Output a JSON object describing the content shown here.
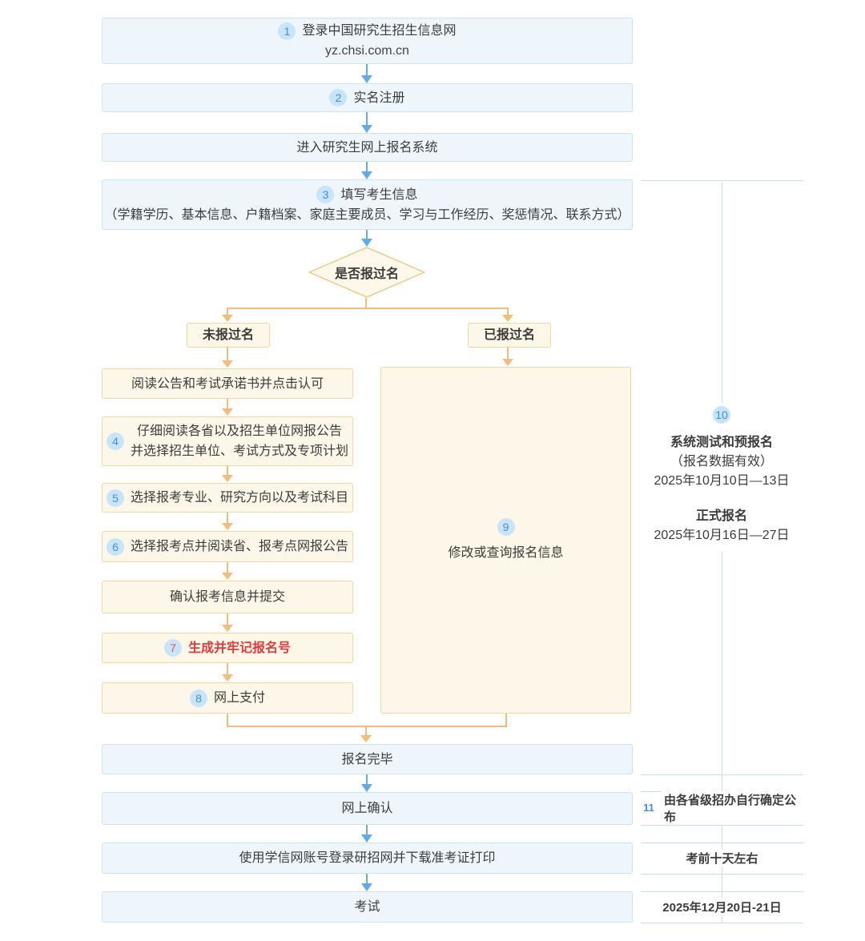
{
  "colors": {
    "accent_blue": "#62ACE3",
    "accent_orange": "#F2BD7C",
    "highlight_red": "#E03C3C",
    "badge_blue": "#3E8FDC"
  },
  "flow": {
    "login": {
      "badge": "1",
      "title": "登录中国研究生招生信息网",
      "url": "yz.chsi.com.cn"
    },
    "register": {
      "badge": "2",
      "label": "实名注册"
    },
    "enter_system": {
      "label": "进入研究生网上报名系统"
    },
    "fill_info": {
      "badge": "3",
      "title": "填写考生信息",
      "detail": "（学籍学历、基本信息、户籍档案、家庭主要成员、学习与工作经历、奖惩情况、联系方式）"
    },
    "decision": {
      "label": "是否报过名"
    },
    "branch_no": {
      "label": "未报过名"
    },
    "branch_yes": {
      "label": "已报过名"
    },
    "left_steps": [
      {
        "label": "阅读公告和考试承诺书并点击认可"
      },
      {
        "badge": "4",
        "line1": "仔细阅读各省以及招生单位网报公告",
        "line2": "并选择招生单位、考试方式及专项计划"
      },
      {
        "badge": "5",
        "label": "选择报考专业、研究方向以及考试科目"
      },
      {
        "badge": "6",
        "label": "选择报考点并阅读省、报考点网报公告"
      },
      {
        "label": "确认报考信息并提交"
      },
      {
        "badge": "7",
        "label": "生成并牢记报名号"
      },
      {
        "badge": "8",
        "label": "网上支付"
      }
    ],
    "modify": {
      "badge": "9",
      "label": "修改或查询报名信息"
    },
    "finish": {
      "label": "报名完毕"
    },
    "confirm": {
      "label": "网上确认"
    },
    "download": {
      "label": "使用学信网账号登录研招网并下载准考证打印"
    },
    "exam": {
      "label": "考试"
    }
  },
  "annotations": {
    "period": {
      "badge": "10",
      "title1": "系统测试和预报名",
      "sub1": "（报名数据有效）",
      "date1": "2025年10月10日—13日",
      "title2": "正式报名",
      "date2": "2025年10月16日—27日"
    },
    "confirm_note": {
      "badge": "11",
      "label": "由各省级招办自行确定公布"
    },
    "download_note": {
      "label": "考前十天左右"
    },
    "exam_note": {
      "label": "2025年12月20日-21日"
    }
  }
}
